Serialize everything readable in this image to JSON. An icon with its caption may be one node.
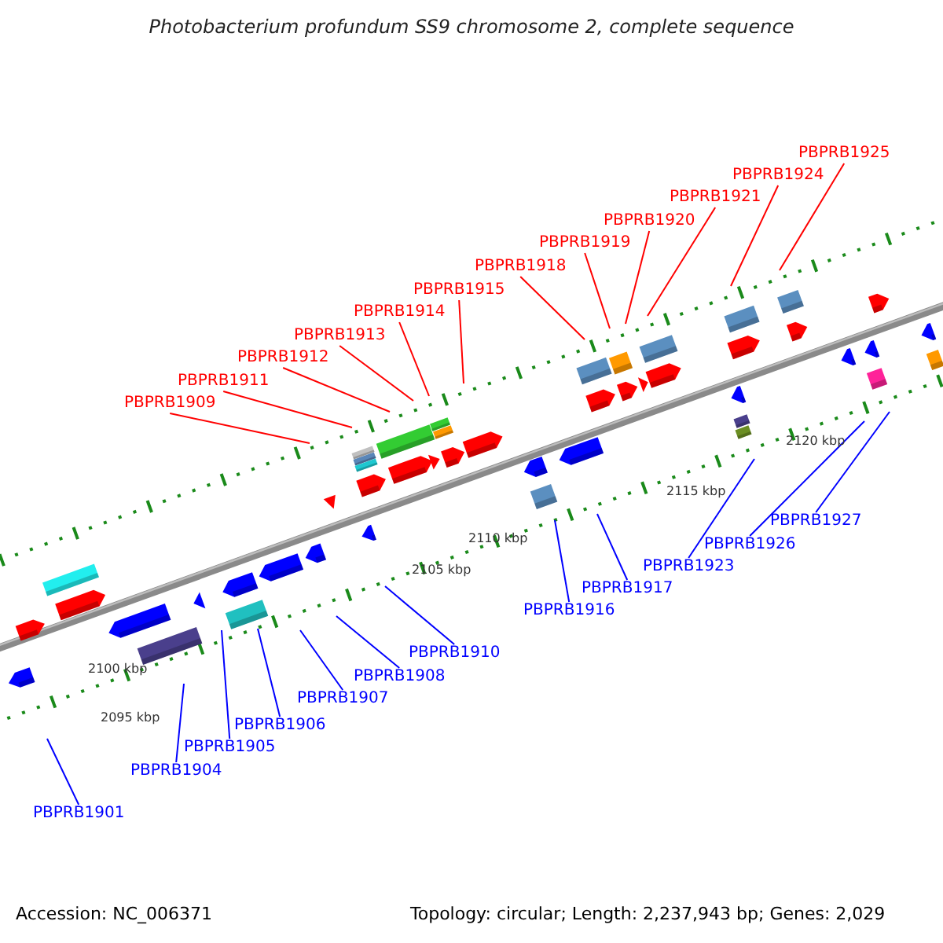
{
  "diagram": {
    "title": "Photobacterium profundum SS9 chromosome 2, complete sequence",
    "nodes": [
      {
        "text": [
          "PBPRB1925"
        ]
      },
      {
        "text": [
          "PBPRB1924"
        ]
      },
      {
        "text": [
          "PBPRB1921"
        ]
      },
      {
        "text": [
          "PBPRB1920"
        ]
      },
      {
        "text": [
          "PBPRB1919"
        ]
      },
      {
        "text": [
          "PBPRB1918"
        ]
      },
      {
        "text": [
          "PBPRB1915"
        ]
      },
      {
        "text": [
          "PBPRB1914"
        ]
      },
      {
        "text": [
          "PBPRB1913"
        ]
      },
      {
        "text": [
          "PBPRB1912"
        ]
      },
      {
        "text": [
          "PBPRB1911"
        ]
      },
      {
        "text": [
          "PBPRB1909"
        ]
      },
      {
        "text": [
          "PBPRB1927"
        ]
      },
      {
        "text": [
          "PBPRB1926"
        ]
      },
      {
        "text": [
          "PBPRB1923"
        ]
      },
      {
        "text": [
          "PBPRB1917"
        ]
      },
      {
        "text": [
          "PBPRB1916"
        ]
      },
      {
        "text": [
          "PBPRB1910"
        ]
      },
      {
        "text": [
          "PBPRB1908"
        ]
      },
      {
        "text": [
          "PBPRB1907"
        ]
      },
      {
        "text": [
          "PBPRB1906"
        ]
      },
      {
        "text": [
          "PBPRB1905"
        ]
      },
      {
        "text": [
          "PBPRB1904"
        ]
      },
      {
        "text": [
          "PBPRB1901"
        ]
      }
    ],
    "edges": [
      {
        "from": 0,
        "to": null,
        "arrow": "none",
        "color": "#ff0000"
      },
      {
        "from": 1,
        "to": null,
        "arrow": "none",
        "color": "#ff0000"
      },
      {
        "from": 2,
        "to": null,
        "arrow": "none",
        "color": "#ff0000"
      },
      {
        "from": 3,
        "to": null,
        "arrow": "none",
        "color": "#ff0000"
      },
      {
        "from": 4,
        "to": null,
        "arrow": "none",
        "color": "#ff0000"
      },
      {
        "from": 5,
        "to": null,
        "arrow": "none",
        "color": "#ff0000"
      },
      {
        "from": 6,
        "to": null,
        "arrow": "none",
        "color": "#ff0000"
      },
      {
        "from": 7,
        "to": null,
        "arrow": "none",
        "color": "#ff0000"
      },
      {
        "from": 8,
        "to": null,
        "arrow": "none",
        "color": "#ff0000"
      },
      {
        "from": 9,
        "to": null,
        "arrow": "none",
        "color": "#ff0000"
      },
      {
        "from": 10,
        "to": null,
        "arrow": "none",
        "color": "#ff0000"
      },
      {
        "from": 11,
        "to": null,
        "arrow": "none",
        "color": "#ff0000"
      },
      {
        "from": 12,
        "to": null,
        "arrow": "none",
        "color": "#0000ff"
      },
      {
        "from": 13,
        "to": null,
        "arrow": "none",
        "color": "#0000ff"
      },
      {
        "from": 14,
        "to": null,
        "arrow": "none",
        "color": "#0000ff"
      },
      {
        "from": 15,
        "to": null,
        "arrow": "none",
        "color": "#0000ff"
      },
      {
        "from": 16,
        "to": null,
        "arrow": "none",
        "color": "#0000ff"
      },
      {
        "from": 17,
        "to": null,
        "arrow": "none",
        "color": "#0000ff"
      },
      {
        "from": 18,
        "to": null,
        "arrow": "none",
        "color": "#0000ff"
      },
      {
        "from": 19,
        "to": null,
        "arrow": "none",
        "color": "#0000ff"
      },
      {
        "from": 20,
        "to": null,
        "arrow": "none",
        "color": "#0000ff"
      },
      {
        "from": 21,
        "to": null,
        "arrow": "none",
        "color": "#0000ff"
      },
      {
        "from": 22,
        "to": null,
        "arrow": "none",
        "color": "#0000ff"
      },
      {
        "from": 23,
        "to": null,
        "arrow": "none",
        "color": "#0000ff"
      }
    ],
    "labels": [
      "2120 kbp",
      "2115 kbp",
      "2110 kbp",
      "2105 kbp",
      "2100 kbp",
      "2095 kbp",
      "Accession: NC_006371",
      "Topology: circular; Length: 2,237,943 bp; Genes: 2,029"
    ]
  }
}
